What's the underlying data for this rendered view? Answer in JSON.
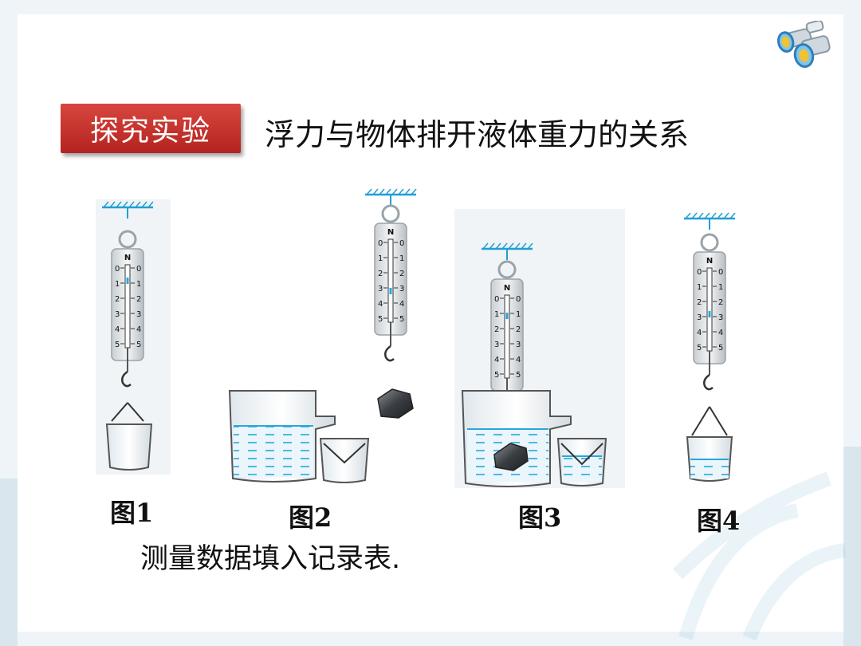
{
  "header": {
    "badge_label": "探究实验",
    "title": "浮力与物体排开液体重力的关系"
  },
  "figures": [
    {
      "caption": "图1"
    },
    {
      "caption": "图2"
    },
    {
      "caption": "图3"
    },
    {
      "caption": "图4"
    }
  ],
  "scale": {
    "unit": "N",
    "ticks": [
      "0",
      "1",
      "2",
      "3",
      "4",
      "5"
    ]
  },
  "footer": {
    "text": "测量数据填入记录表."
  },
  "colors": {
    "badge": "#c8302b",
    "water": "#29a6dc",
    "frame": "#1f9fd6"
  },
  "icons": [
    "binoculars-icon"
  ]
}
